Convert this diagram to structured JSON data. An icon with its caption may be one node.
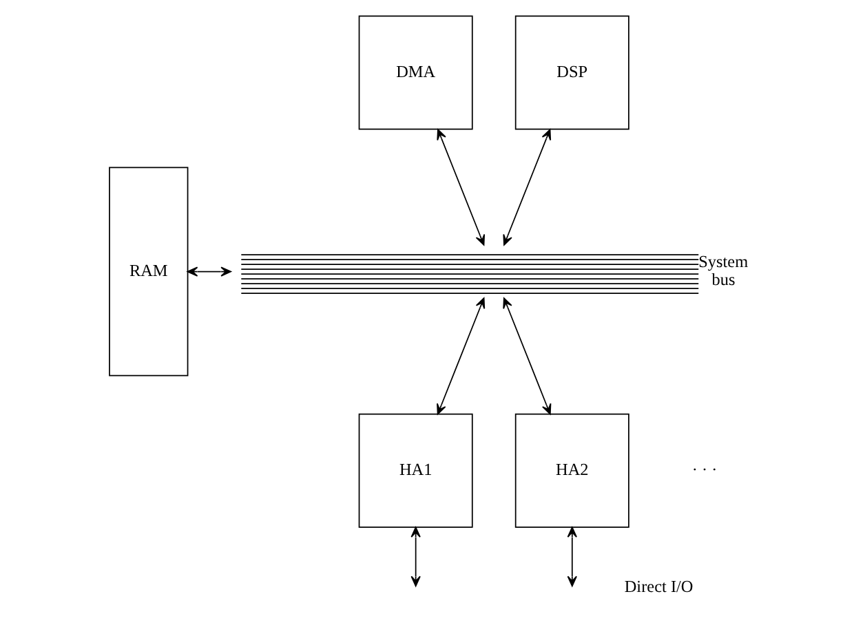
{
  "diagram": {
    "nodes": [
      {
        "text": [
          "DMA"
        ]
      },
      {
        "text": [
          "DSP"
        ]
      },
      {
        "text": [
          "RAM"
        ]
      },
      {
        "text": [
          "System bus"
        ]
      },
      {
        "text": [
          "HA1"
        ]
      },
      {
        "text": [
          "HA2"
        ]
      }
    ],
    "edges": [
      {
        "from": 0,
        "to": 3,
        "arrow": "both"
      },
      {
        "from": 1,
        "to": 3,
        "arrow": "both"
      },
      {
        "from": 2,
        "to": 3,
        "arrow": "both"
      },
      {
        "from": 3,
        "to": 4,
        "arrow": "both"
      },
      {
        "from": 3,
        "to": 5,
        "arrow": "both"
      },
      {
        "from": 4,
        "to": null,
        "arrow": "both"
      },
      {
        "from": 5,
        "to": null,
        "arrow": "both"
      }
    ],
    "labels": [
      "· · ·",
      "Direct I/O"
    ]
  }
}
